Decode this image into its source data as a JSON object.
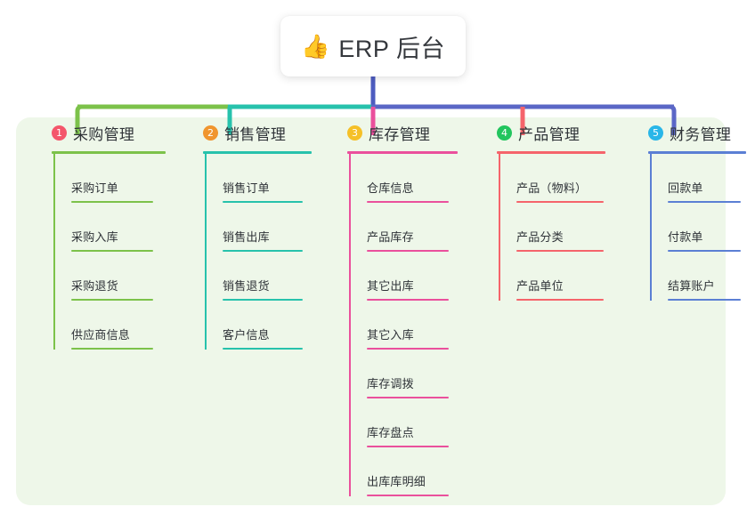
{
  "root": {
    "icon": "thumbs-up-icon",
    "icon_glyph": "👍",
    "label": "ERP 后台"
  },
  "panel": {
    "background_color": "#eef7e9"
  },
  "trunk": {
    "color": "#4d5cc0"
  },
  "columns": [
    {
      "index": "1",
      "badge": "1",
      "badge_color": "#f4566b",
      "accent_color": "#7cc24a",
      "title": "采购管理",
      "items": [
        {
          "label": "采购订单"
        },
        {
          "label": "采购入库"
        },
        {
          "label": "采购退货"
        },
        {
          "label": "供应商信息"
        }
      ]
    },
    {
      "index": "2",
      "badge": "2",
      "badge_color": "#f0952e",
      "accent_color": "#27c2ac",
      "title": "销售管理",
      "items": [
        {
          "label": "销售订单"
        },
        {
          "label": "销售出库"
        },
        {
          "label": "销售退货"
        },
        {
          "label": "客户信息"
        }
      ]
    },
    {
      "index": "3",
      "badge": "3",
      "badge_color": "#f5c028",
      "accent_color": "#ea509c",
      "title": "库存管理",
      "items": [
        {
          "label": "仓库信息"
        },
        {
          "label": "产品库存"
        },
        {
          "label": "其它出库"
        },
        {
          "label": "其它入库"
        },
        {
          "label": "库存调拨"
        },
        {
          "label": "库存盘点"
        },
        {
          "label": "出库库明细"
        }
      ]
    },
    {
      "index": "4",
      "badge": "4",
      "badge_color": "#22c55e",
      "accent_color": "#f5646b",
      "title": "产品管理",
      "items": [
        {
          "label": "产品（物料）"
        },
        {
          "label": "产品分类"
        },
        {
          "label": "产品单位"
        }
      ]
    },
    {
      "index": "5",
      "badge": "5",
      "badge_color": "#29b6e8",
      "accent_color": "#5b7fd4",
      "title": "财务管理",
      "items": [
        {
          "label": "回款单"
        },
        {
          "label": "付款单"
        },
        {
          "label": "结算账户"
        }
      ]
    }
  ]
}
